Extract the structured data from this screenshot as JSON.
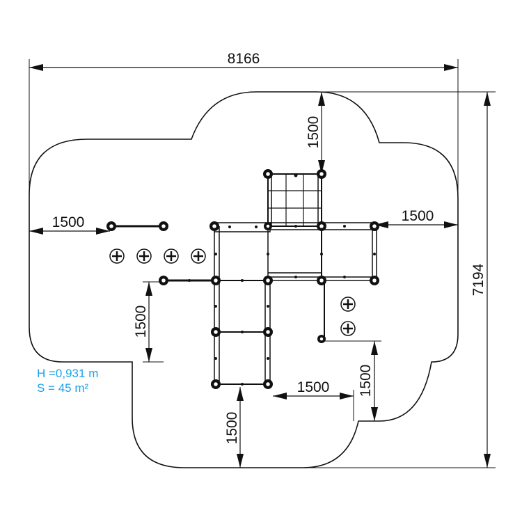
{
  "dimensions": {
    "overall_width": "8166",
    "overall_depth": "7194",
    "clearance_left": "1500",
    "clearance_top": "1500",
    "clearance_right": "1500",
    "clearance_left_lower": "1500",
    "clearance_bottom": "1500",
    "clearance_bottom_right_h": "1500",
    "clearance_bottom_right_v": "1500"
  },
  "specs": {
    "height": "H =0,931 m",
    "area": "S = 45 m²"
  },
  "colors": {
    "lines": "#111111",
    "spec_text": "#1aa3e8"
  }
}
